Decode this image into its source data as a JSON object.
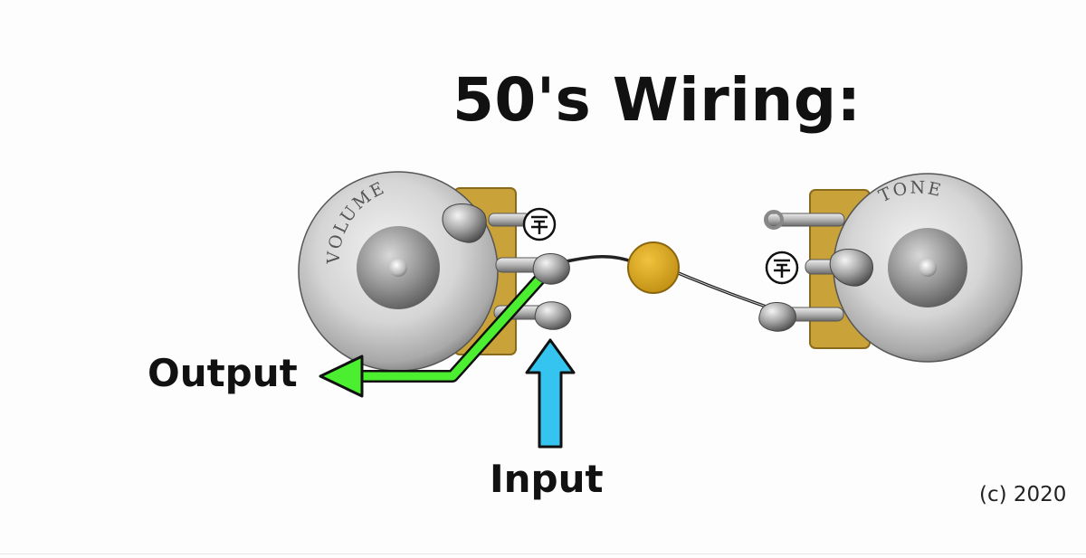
{
  "title": "50's Wiring:",
  "pots": {
    "volume": {
      "label": "VOLUME"
    },
    "tone": {
      "label": "TONE"
    }
  },
  "labels": {
    "output": "Output",
    "input": "Input"
  },
  "copyright": "(c) 2020",
  "colors": {
    "output_wire": "#4cef2f",
    "input_arrow": "#35c4ef",
    "capacitor": "#e0b021",
    "pot_back": "#c9a33a",
    "ground_symbol": "#111111"
  },
  "icons": {
    "ground": "ground-symbol-icon"
  }
}
